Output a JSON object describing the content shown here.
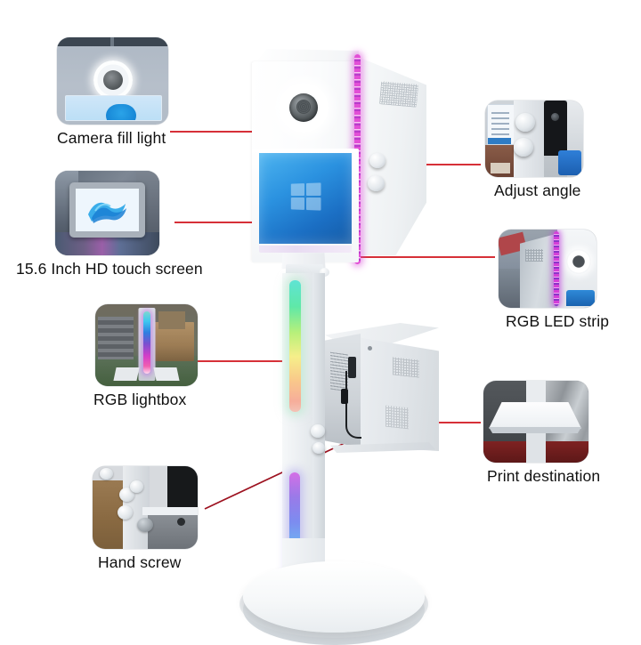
{
  "page": {
    "background_color": "#ffffff",
    "leader_line_color": "#d0121b",
    "label_text_color": "#111111"
  },
  "product": {
    "name": "photo-booth-kiosk",
    "accent_colors": {
      "led_strip": "#e24fd6",
      "lightbox_top": "#5fe3d4",
      "lightbox_bottom": "#7c8cf0",
      "screen": "#2b92e0"
    }
  },
  "callouts": [
    {
      "id": "camera-fill-light",
      "label": "Camera fill light",
      "side": "left",
      "thumb": "camera-fill-light-thumb"
    },
    {
      "id": "touch-screen",
      "label": "15.6 Inch HD touch screen",
      "side": "left",
      "thumb": "touch-screen-thumb"
    },
    {
      "id": "rgb-lightbox",
      "label": "RGB lightbox",
      "side": "left",
      "thumb": "rgb-lightbox-thumb"
    },
    {
      "id": "hand-screw",
      "label": "Hand screw",
      "side": "left",
      "thumb": "hand-screw-thumb"
    },
    {
      "id": "adjust-angle",
      "label": "Adjust angle",
      "side": "right",
      "thumb": "adjust-angle-thumb"
    },
    {
      "id": "rgb-led-strip",
      "label": "RGB LED strip",
      "side": "right",
      "thumb": "rgb-led-strip-thumb"
    },
    {
      "id": "print-destination",
      "label": "Print destination",
      "side": "right",
      "thumb": "print-destination-thumb"
    }
  ]
}
